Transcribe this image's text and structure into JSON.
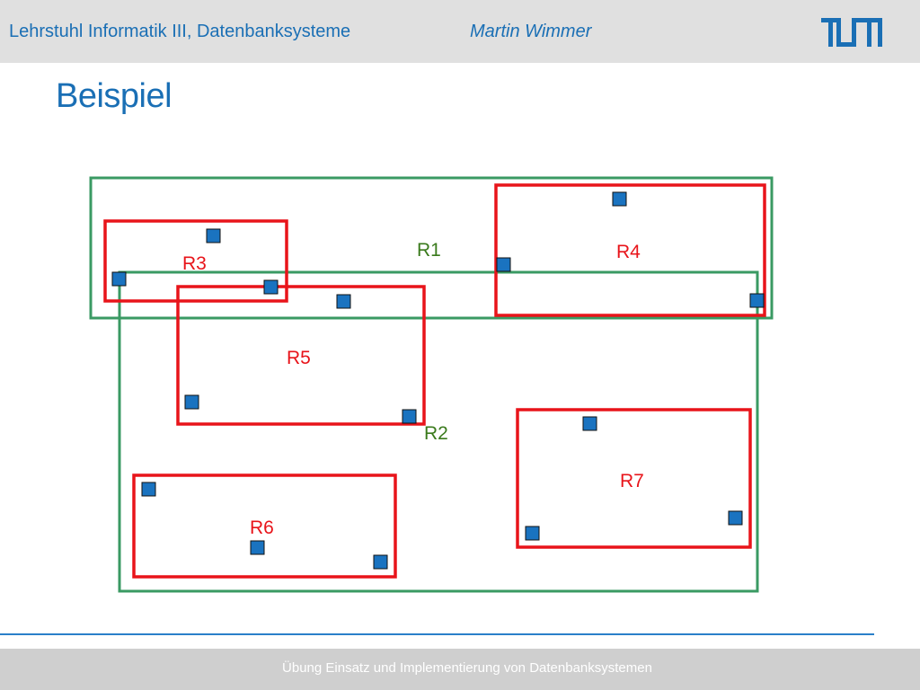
{
  "header": {
    "institution": "Lehrstuhl Informatik III, Datenbanksysteme",
    "author": "Martin Wimmer"
  },
  "slide": {
    "title": "Beispiel"
  },
  "diagram": {
    "colors": {
      "outer_rect": "#3a9a63",
      "inner_rect": "#e8141a",
      "point_fill": "#1a73c0",
      "outer_label": "#3a7a1c",
      "inner_label": "#e8141a"
    },
    "labels": {
      "r1": "R1",
      "r2": "R2",
      "r3": "R3",
      "r4": "R4",
      "r5": "R5",
      "r6": "R6",
      "r7": "R7"
    }
  },
  "footer": {
    "text": "Übung Einsatz und Implementierung von Datenbanksystemen"
  }
}
